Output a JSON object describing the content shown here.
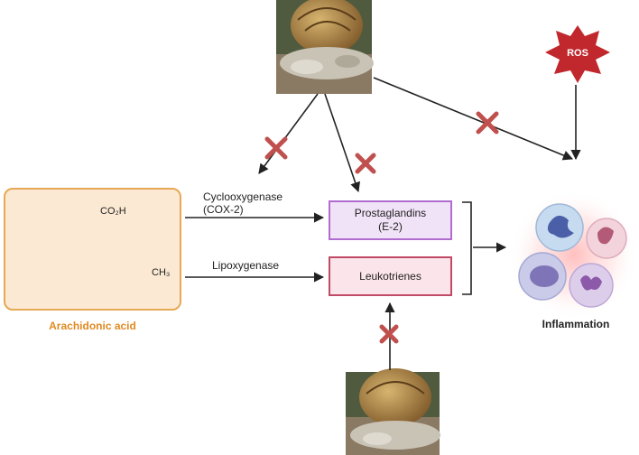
{
  "substrate": {
    "name": "Arachidonic acid",
    "group_top": "CO₂H",
    "group_bottom": "CH₃"
  },
  "enzymes": {
    "cox_line1": "Cyclooxygenase",
    "cox_line2": "(COX-2)",
    "lox": "Lipoxygenase"
  },
  "products": {
    "prostaglandins_line1": "Prostaglandins",
    "prostaglandins_line2": "(E-2)",
    "leukotrienes": "Leukotrienes"
  },
  "stressor": {
    "label": "ROS"
  },
  "outcome": {
    "label": "Inflammation"
  },
  "colors": {
    "inhibit": "#c0504d",
    "ros": "#c0282d",
    "substrate_accent": "#e08a21"
  }
}
